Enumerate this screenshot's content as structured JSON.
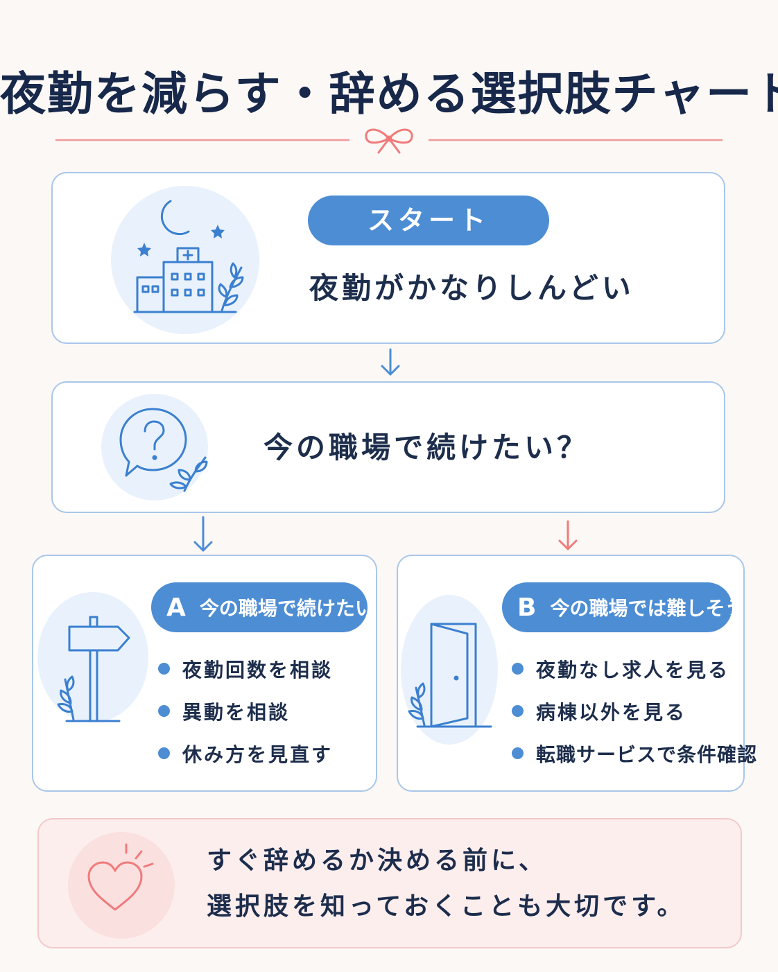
{
  "title": "夜勤を減らす・辞める選択肢チャート",
  "start": {
    "label": "スタート",
    "text": "夜勤がかなりしんどい"
  },
  "question": {
    "text": "今の職場で続けたい？"
  },
  "option_a": {
    "letter": "A",
    "label": "今の職場で続けたい",
    "items": [
      "夜勤回数を相談",
      "異動を相談",
      "休み方を見直す"
    ]
  },
  "option_b": {
    "letter": "B",
    "label": "今の職場では難しそう",
    "items": [
      "夜勤なし求人を見る",
      "病棟以外を見る",
      "転職サービスで条件確認"
    ]
  },
  "note": {
    "line1": "すぐ辞めるか決める前に、",
    "line2": "選択肢を知っておくことも大切です。"
  },
  "colors": {
    "accent_blue": "#4d8dd4",
    "accent_pink": "#f07b7b",
    "title_navy": "#17284a",
    "box_border": "#a9c6ea"
  }
}
